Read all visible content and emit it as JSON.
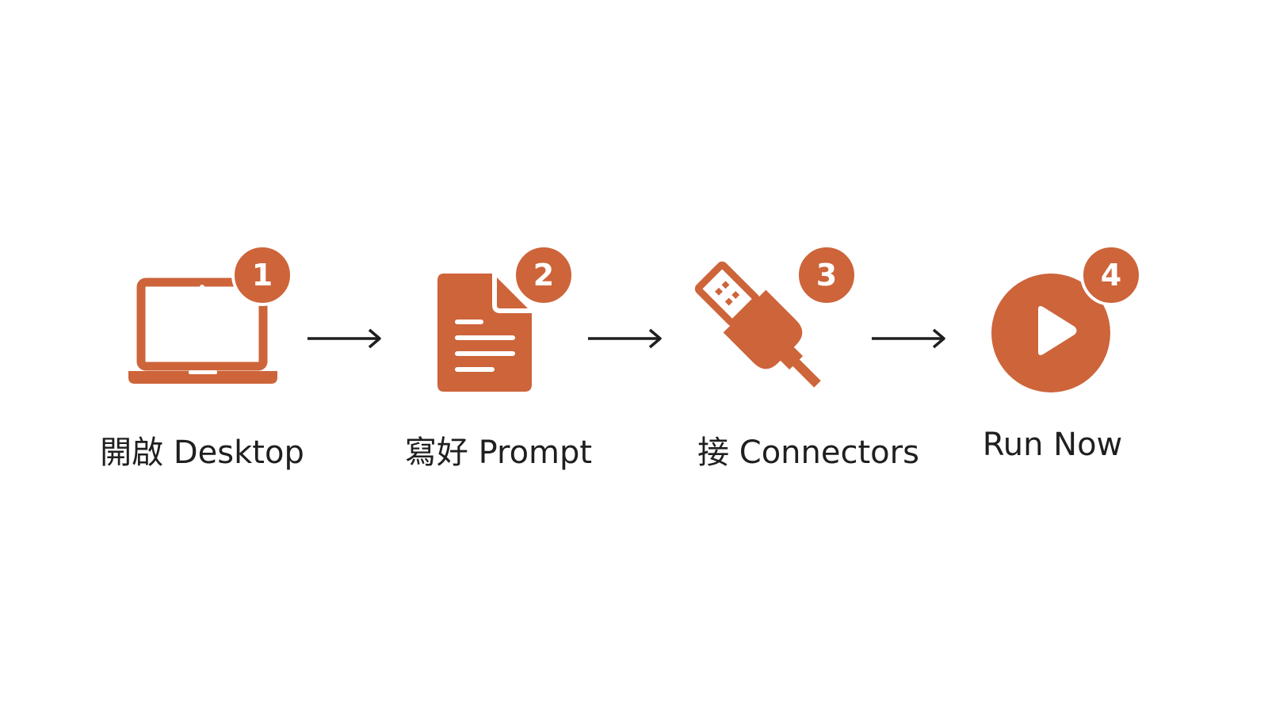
{
  "colors": {
    "accent": "#cd643a",
    "ink": "#1f1f1f",
    "background": "#ffffff"
  },
  "steps": [
    {
      "number": "1",
      "label": "開啟 Desktop",
      "icon": "laptop-icon"
    },
    {
      "number": "2",
      "label": "寫好 Prompt",
      "icon": "document-icon"
    },
    {
      "number": "3",
      "label": "接 Connectors",
      "icon": "usb-plug-icon"
    },
    {
      "number": "4",
      "label": "Run Now",
      "icon": "play-icon"
    }
  ],
  "connectors": [
    "arrow-right-icon",
    "arrow-right-icon",
    "arrow-right-icon"
  ]
}
